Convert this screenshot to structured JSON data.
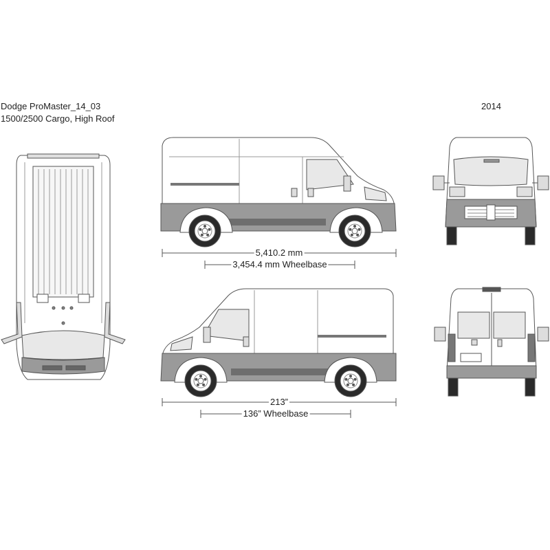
{
  "header": {
    "model": "Dodge ProMaster_14_03",
    "variant": "1500/2500 Cargo, High Roof",
    "year": "2014"
  },
  "dimensions": {
    "metric_length": "5,410.2 mm",
    "metric_wheelbase": "3,454.4 mm Wheelbase",
    "imperial_length": "213”",
    "imperial_wheelbase": "136” Wheelbase"
  },
  "colors": {
    "outline": "#555555",
    "body": "#ffffff",
    "trim": "#9a9a9a",
    "dark": "#2a2a2a",
    "glass": "#e8e8e8"
  }
}
